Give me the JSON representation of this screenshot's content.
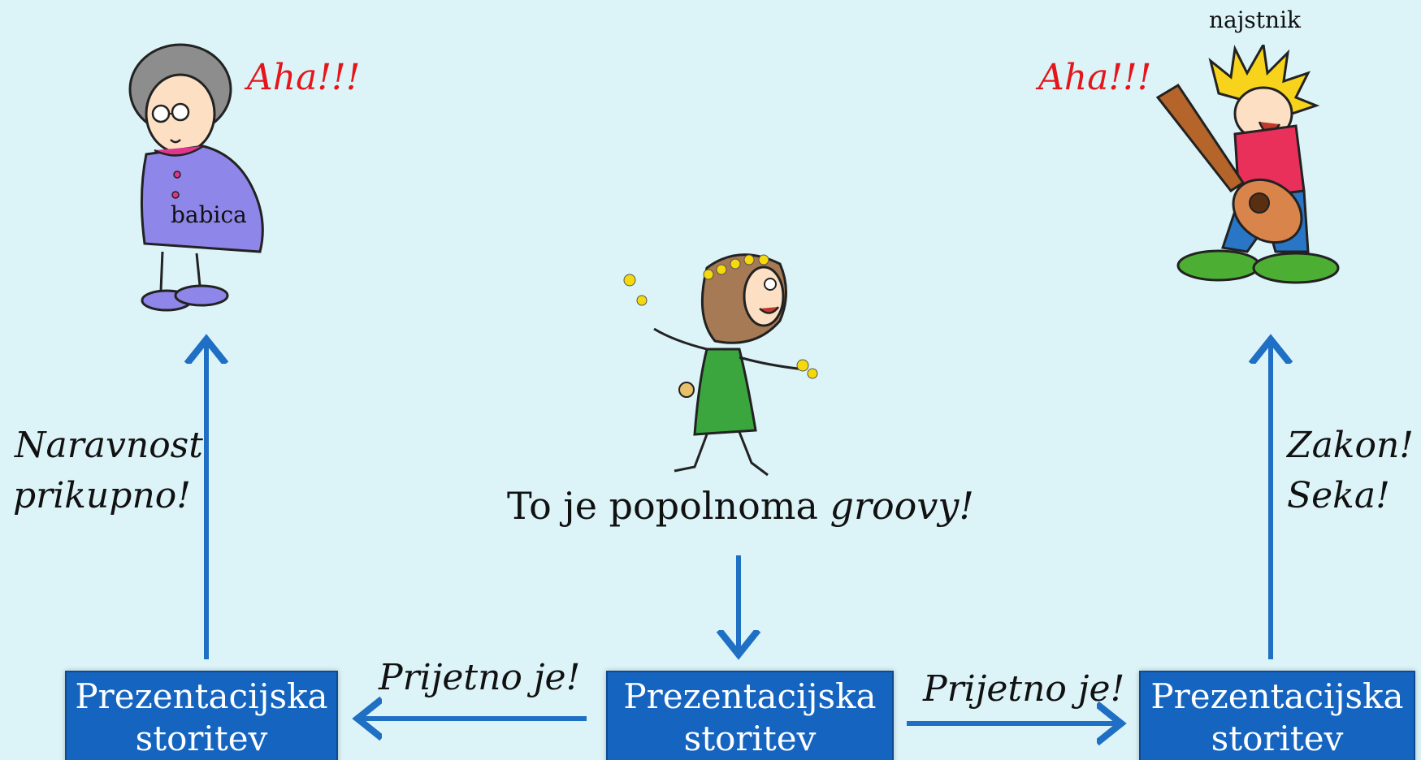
{
  "characters": {
    "grandma": {
      "label": "babica",
      "reaction": "Aha!!!",
      "comment_line1": "Naravnost",
      "comment_line2": "prikupno!"
    },
    "hippie": {
      "caption_plain": "To je popolnoma ",
      "caption_italic": "groovy!"
    },
    "teen": {
      "label": "najstnik",
      "reaction": "Aha!!!",
      "comment_line1": "Zakon!",
      "comment_line2": "Seka!"
    }
  },
  "boxes": {
    "left": {
      "line1": "Prezentacijska",
      "line2": "storitev"
    },
    "center": {
      "line1": "Prezentacijska",
      "line2": "storitev"
    },
    "right": {
      "line1": "Prezentacijska",
      "line2": "storitev"
    }
  },
  "edges": {
    "center_to_left": "Prijetno je!",
    "center_to_right": "Prijetno je!"
  },
  "colors": {
    "background": "#dcf4f8",
    "box": "#1565c0",
    "arrow": "#1f6fc4",
    "reaction": "#e4161b"
  }
}
